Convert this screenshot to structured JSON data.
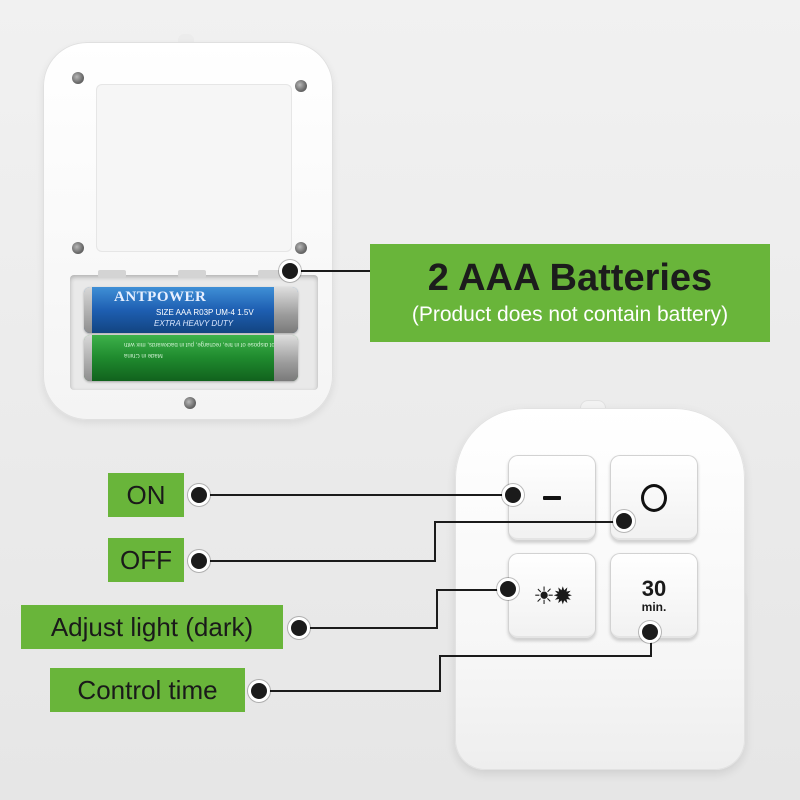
{
  "battery_case": {
    "battery_blue": {
      "brand": "ANTPOWER",
      "spec": "SIZE AAA R03P UM-4 1.5V",
      "duty": "EXTRA HEAVY DUTY"
    },
    "battery_green": {
      "fine_print_1": "Do not dispose of in fire, recharge, put in backwards, mix with",
      "fine_print_2": "Made in China"
    }
  },
  "callouts": {
    "batteries": {
      "title": "2 AAA Batteries",
      "subtitle": "(Product does not contain battery)"
    },
    "on": "ON",
    "off": "OFF",
    "adjust": "Adjust light (dark)",
    "control_time": "Control time"
  },
  "remote": {
    "timer_number": "30",
    "timer_unit": "min.",
    "dim_symbols": "☀✹"
  },
  "colors": {
    "accent_green": "#69b53a",
    "background": "#ececec",
    "callout_line": "#1b1b1b"
  }
}
